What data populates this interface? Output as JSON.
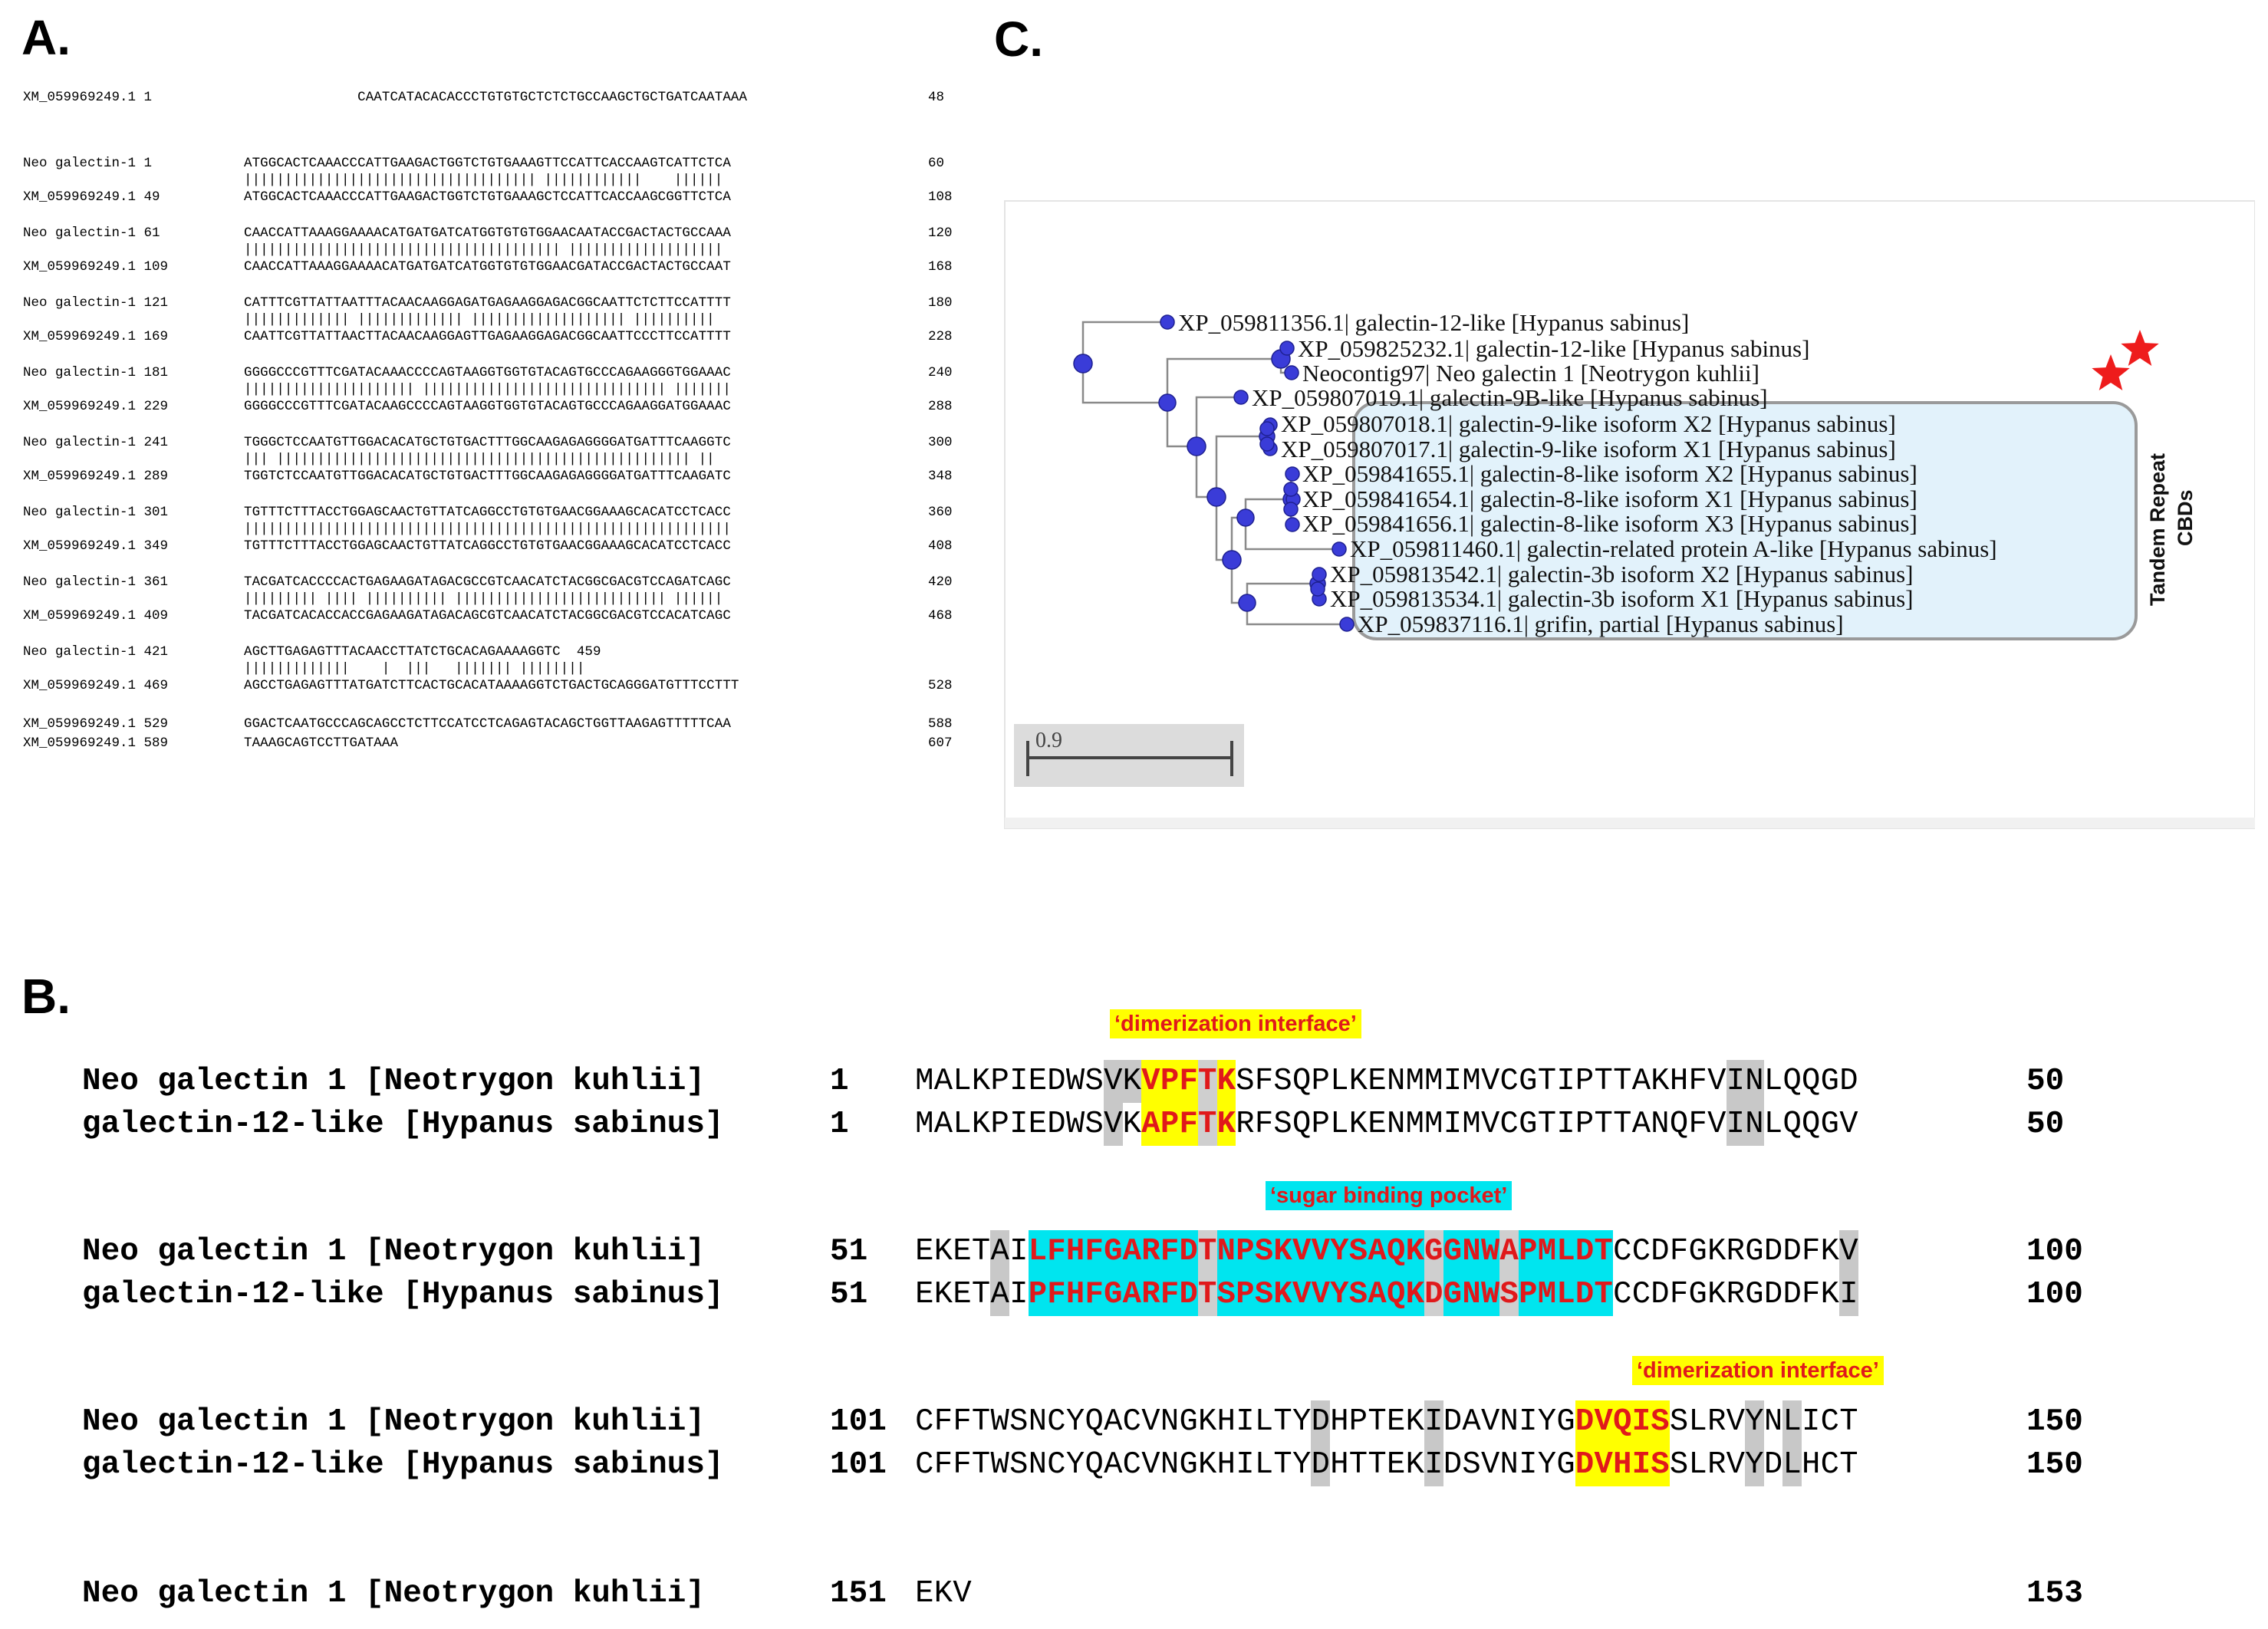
{
  "panels": {
    "a": "A.",
    "b": "B.",
    "c": "C."
  },
  "panel_a": {
    "lines": [
      {
        "name": "XM_059969249.1 1",
        "seq": "              CAATCATACACACCCTGTGTGCTCTCTGCCAAGCTGCTGATCAATAAA",
        "end": "48"
      },
      {
        "name": "Neo galectin-1 1",
        "seq": "ATGGCACTCAAACCCATTGAAGACTGGTCTGTGAAAGTTCCATTCACCAAGTCATTCTCA",
        "end": "60"
      },
      {
        "name": "",
        "seq": "|||||||||||||||||||||||||||||||||||| ||||||||||||    ||||||",
        "end": ""
      },
      {
        "name": "XM_059969249.1 49",
        "seq": "ATGGCACTCAAACCCATTGAAGACTGGTCTGTGAAAGCTCCATTCACCAAGCGGTTCTCA",
        "end": "108"
      },
      {
        "name": "Neo galectin-1 61",
        "seq": "CAACCATTAAAGGAAAACATGATGATCATGGTGTGTGGAACAATACCGACTACTGCCAAA",
        "end": "120"
      },
      {
        "name": "",
        "seq": "||||||||||||||||||||||||||||||||||||||| |||||||||||||||||||",
        "end": ""
      },
      {
        "name": "XM_059969249.1 109",
        "seq": "CAACCATTAAAGGAAAACATGATGATCATGGTGTGTGGAACGATACCGACTACTGCCAAT",
        "end": "168"
      },
      {
        "name": "Neo galectin-1 121",
        "seq": "CATTTCGTTATTAATTTACAACAAGGAGATGAGAAGGAGACGGCAATTCTCTTCCATTTT",
        "end": "180"
      },
      {
        "name": "",
        "seq": "||||||||||||| ||||||||||||| ||||||||||||||||||| ||||||||||",
        "end": ""
      },
      {
        "name": "XM_059969249.1 169",
        "seq": "CAATTCGTTATTAACTTACAACAAGGAGTTGAGAAGGAGACGGCAATTCCCTTCCATTTT",
        "end": "228"
      },
      {
        "name": "Neo galectin-1 181",
        "seq": "GGGGCCCGTTTCGATACAAACCCCAGTAAGGTGGTGTACAGTGCCCAGAAGGGTGGAAAC",
        "end": "240"
      },
      {
        "name": "",
        "seq": "||||||||||||||||||||| |||||||||||||||||||||||||||||| |||||||",
        "end": ""
      },
      {
        "name": "XM_059969249.1 229",
        "seq": "GGGGCCCGTTTCGATACAAGCCCCAGTAAGGTGGTGTACAGTGCCCAGAAGGATGGAAAC",
        "end": "288"
      },
      {
        "name": "Neo galectin-1 241",
        "seq": "TGGGCTCCAATGTTGGACACATGCTGTGACTTTGGCAAGAGAGGGGATGATTTCAAGGTC",
        "end": "300"
      },
      {
        "name": "",
        "seq": "||| ||||||||||||||||||||||||||||||||||||||||||||||||||| ||",
        "end": ""
      },
      {
        "name": "XM_059969249.1 289",
        "seq": "TGGTCTCCAATGTTGGACACATGCTGTGACTTTGGCAAGAGAGGGGATGATTTCAAGATC",
        "end": "348"
      },
      {
        "name": "Neo galectin-1 301",
        "seq": "TGTTTCTTTACCTGGAGCAACTGTTATCAGGCCTGTGTGAACGGAAAGCACATCCTCACC",
        "end": "360"
      },
      {
        "name": "",
        "seq": "||||||||||||||||||||||||||||||||||||||||||||||||||||||||||||",
        "end": ""
      },
      {
        "name": "XM_059969249.1 349",
        "seq": "TGTTTCTTTACCTGGAGCAACTGTTATCAGGCCTGTGTGAACGGAAAGCACATCCTCACC",
        "end": "408"
      },
      {
        "name": "Neo galectin-1 361",
        "seq": "TACGATCACCCCACTGAGAAGATAGACGCCGTCAACATCTACGGCGACGTCCAGATCAGC",
        "end": "420"
      },
      {
        "name": "",
        "seq": "||||||||| |||| |||||||||| |||||||||||||||||||||||||| ||||||",
        "end": ""
      },
      {
        "name": "XM_059969249.1 409",
        "seq": "TACGATCACACCACCGAGAAGATAGACAGCGTCAACATCTACGGCGACGTCCACATCAGC",
        "end": "468"
      },
      {
        "name": "Neo galectin-1 421",
        "seq": "AGCTTGAGAGTTTACAACCTTATCTGCACAGAAAAGGTC  459",
        "end": ""
      },
      {
        "name": "",
        "seq": "|||||||||||||    |  |||   ||||||| ||||||||",
        "end": ""
      },
      {
        "name": "XM_059969249.1 469",
        "seq": "AGCCTGAGAGTTTATGATCTTCACTGCACATAAAAGGTCTGACTGCAGGGATGTTTCCTTT",
        "end": "528"
      },
      {
        "name": "XM_059969249.1 529",
        "seq": "GGACTCAATGCCCAGCAGCCTCTTCCATCCTCAGAGTACAGCTGGTTAAGAGTTTTTCAA",
        "end": "588"
      },
      {
        "name": "XM_059969249.1 589",
        "seq": "TAAAGCAGTCCTTGATAAA",
        "end": "607"
      }
    ]
  },
  "panel_c": {
    "leaves": [
      "XP_059811356.1| galectin-12-like [Hypanus sabinus]",
      "XP_059825232.1| galectin-12-like [Hypanus sabinus]",
      "Neocontig97| Neo galectin 1 [Neotrygon kuhlii]",
      "XP_059807019.1| galectin-9B-like [Hypanus sabinus]",
      "XP_059807018.1| galectin-9-like isoform X2 [Hypanus sabinus]",
      "XP_059807017.1| galectin-9-like isoform X1 [Hypanus sabinus]",
      "XP_059841655.1| galectin-8-like isoform X2 [Hypanus sabinus]",
      "XP_059841654.1| galectin-8-like isoform X1 [Hypanus sabinus]",
      "XP_059841656.1| galectin-8-like isoform X3 [Hypanus sabinus]",
      "XP_059811460.1| galectin-related protein A-like [Hypanus sabinus]",
      "XP_059813542.1| galectin-3b isoform X2 [Hypanus sabinus]",
      "XP_059813534.1| galectin-3b isoform X1 [Hypanus sabinus]",
      "XP_059837116.1| grifin, partial [Hypanus sabinus]"
    ],
    "bracket_line1": "Tandem Repeat",
    "bracket_line2": "CBDs",
    "scale": "0.9",
    "colors": {
      "node": "#3a3cd8",
      "star": "#ee1c1c",
      "box": "#e2f2fb"
    }
  },
  "panel_b": {
    "annotations": {
      "dimer1": "‘dimerization interface’",
      "sugar": "‘sugar binding pocket’",
      "dimer2": "‘dimerization interface’"
    },
    "rows": [
      {
        "name": "Neo galectin 1 [Neotrygon kuhlii]",
        "start": "1",
        "seq": "MALKPIEDWSVKVPFTKSFSQPLKENMMIMVCGTIPTTAKHFVINLQQGD",
        "end": "50",
        "marks": "............gGyyyRy..........................gg.....g"
      },
      {
        "name": "galectin-12-like [Hypanus sabinus]",
        "start": "1",
        "seq": "MALKPIEDWSVKAPFTKRFSQPLKENMMIMVCGTIPTTANQFVINLQQGV",
        "end": "50",
        "marks": "............g.yyyRy..........................gg.....g"
      },
      {
        "name": "Neo galectin 1 [Neotrygon kuhlii]",
        "start": "51",
        "seq": "EKETAILFHFGARFDTNPSKVVYSAQKGGNWAPMLDTCCDFGKRGDDFKV",
        "end": "100",
        "marks": "......g.cccccccccRcccccccccccRcccRccccc............g"
      },
      {
        "name": "galectin-12-like [Hypanus sabinus]",
        "start": "51",
        "seq": "EKETAIPFHFGARFDTSPSKVVYSAQKDGNWSPMLDTCCDFGKRGDDFKI",
        "end": "100",
        "marks": "......g.cccccccccRcccccccccccRcccRccccc............g"
      },
      {
        "name": "Neo galectin 1 [Neotrygon kuhlii]",
        "start": "101",
        "seq": "CFFTWSNCYQACVNGKHILTYDHPTEKIDAVNIYGDVQISSLRVYNLICT",
        "end": "150",
        "marks": ".......................g.....g.......Yyyyy....g.g.."
      },
      {
        "name": "galectin-12-like [Hypanus sabinus]",
        "start": "101",
        "seq": "CFFTWSNCYQACVNGKHILTYDHTTEKIDSVNIYGDVHISSLRVYDLHCT",
        "end": "150",
        "marks": ".......................g.....g.......Yyyyy....g.g.."
      },
      {
        "name": "Neo galectin 1 [Neotrygon kuhlii]",
        "start": "151",
        "seq": "EKV",
        "end": "153",
        "marks": "..."
      }
    ]
  }
}
